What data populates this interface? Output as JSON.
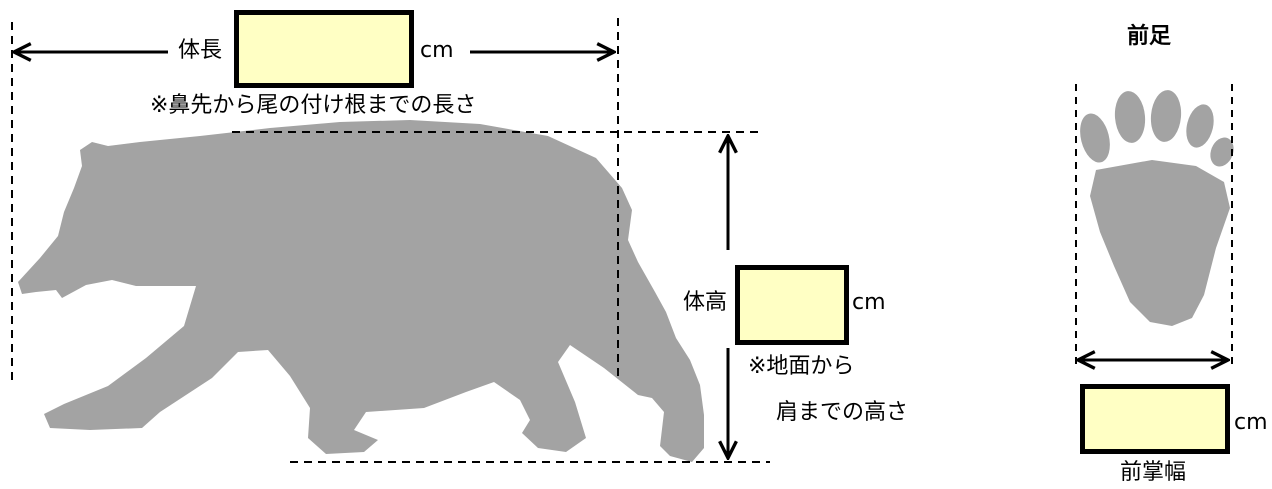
{
  "colors": {
    "silhouette": "#a3a3a3",
    "input_box_fill": "#ffffc4",
    "line": "#000000"
  },
  "icons": {
    "bear": "bear-silhouette-icon",
    "paw": "bear-front-paw-icon"
  },
  "body_length": {
    "label": "体長",
    "unit": "cm",
    "note": "※鼻先から尾の付け根までの長さ",
    "value": ""
  },
  "body_height": {
    "label": "体高",
    "unit": "cm",
    "note_line1": "※地面から",
    "note_line2": "肩までの高さ",
    "value": ""
  },
  "front_foot": {
    "title": "前足",
    "label": "前掌幅",
    "unit": "cm",
    "value": ""
  }
}
